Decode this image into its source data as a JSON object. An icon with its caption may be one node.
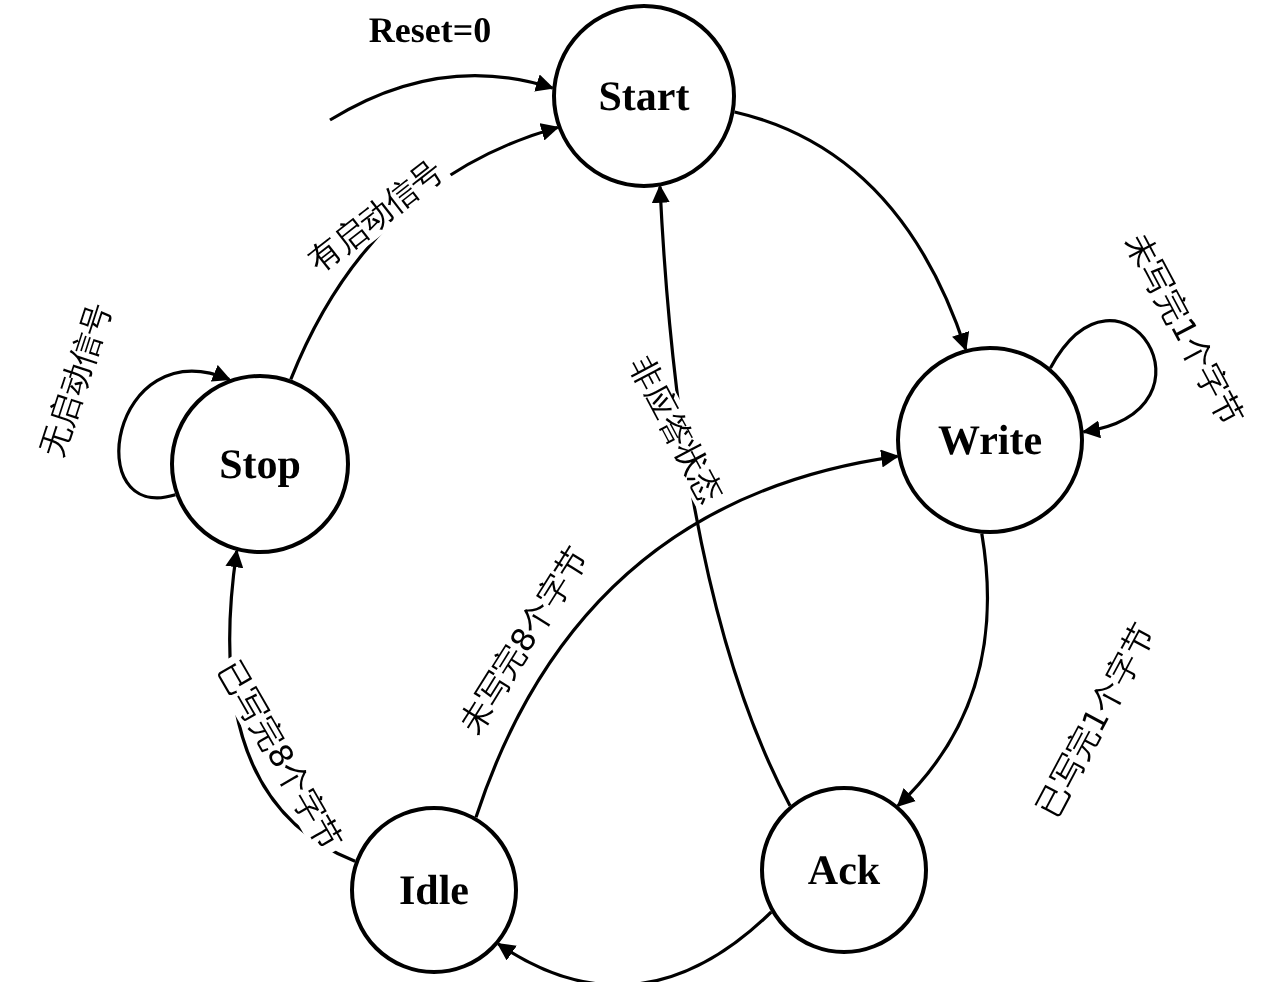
{
  "diagram": {
    "nodes": [
      {
        "text": [
          "Start"
        ]
      },
      {
        "text": [
          "Write"
        ]
      },
      {
        "text": [
          "Stop"
        ]
      },
      {
        "text": [
          "Idle"
        ]
      },
      {
        "text": [
          "Ack"
        ]
      }
    ],
    "edges": [
      {
        "from": null,
        "to": 0,
        "arrow": "to",
        "label": "Reset=0"
      },
      {
        "from": 2,
        "to": 0,
        "arrow": "to",
        "label": "有启动信号"
      },
      {
        "from": 0,
        "to": 1,
        "arrow": "to"
      },
      {
        "from": 1,
        "to": 1,
        "arrow": "to",
        "label": "未写完1个字节"
      },
      {
        "from": 1,
        "to": 4,
        "arrow": "to",
        "label": "已写完1个字节"
      },
      {
        "from": 4,
        "to": 0,
        "arrow": "to",
        "label": "非应答状态"
      },
      {
        "from": 4,
        "to": 3,
        "arrow": "to"
      },
      {
        "from": 3,
        "to": 1,
        "arrow": "to",
        "label": "未写完8个字节"
      },
      {
        "from": 3,
        "to": 2,
        "arrow": "to",
        "label": "已写完8个字节"
      },
      {
        "from": 2,
        "to": 2,
        "arrow": "to",
        "label": "无启动信号"
      }
    ]
  }
}
